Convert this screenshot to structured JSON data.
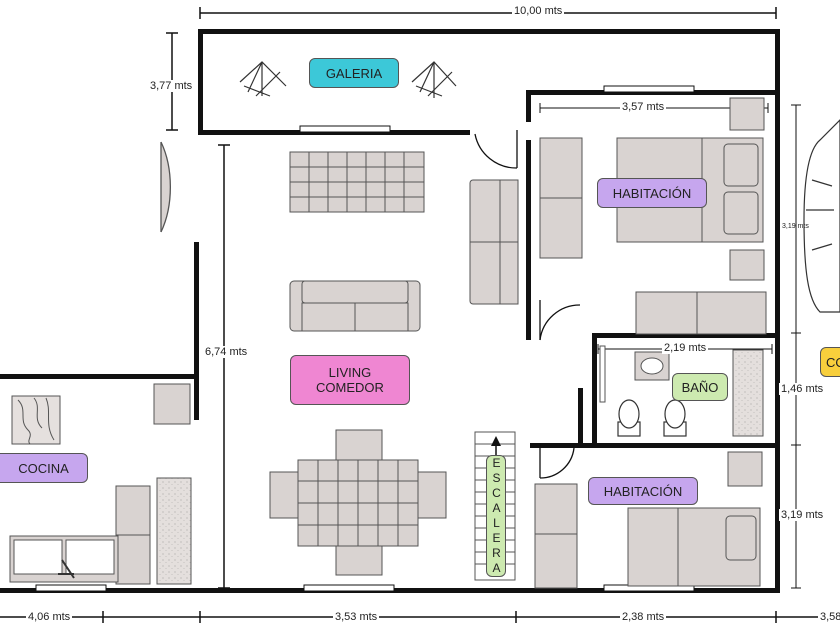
{
  "colors": {
    "wall": "#111111",
    "furniture_fill": "#d9d3d1",
    "furniture_stroke": "#555555",
    "galeria_label": "#3cc8d8",
    "habitacion_label": "#c6a6ee",
    "living_label": "#ef86d2",
    "cocina_label": "#c6a6ee",
    "bano_label": "#cdeab0",
    "escalera_label": "#cdeab0",
    "cochera_label": "#f8cf3c"
  },
  "rooms": {
    "galeria": "GALERIA",
    "habitacion_1": "HABITACIÓN",
    "living": "LIVING\nCOMEDOR",
    "cocina": "COCINA",
    "bano": "BAÑO",
    "habitacion_2": "HABITACIÓN",
    "escalera": "ESCALERA",
    "cochera": "CO"
  },
  "dimensions": {
    "total_width": "10,00 mts",
    "galeria_height": "3,77 mts",
    "habitacion_width": "3,57 mts",
    "habitacion_height": "3,19 mts",
    "living_height": "6,74 mts",
    "bano_width": "2,19 mts",
    "bano_height": "1,46 mts",
    "habitacion2_height": "3,19 mts",
    "bottom_cocina": "4,06 mts",
    "bottom_living": "3,53 mts",
    "bottom_habitacion": "2,38 mts",
    "bottom_right": "3,58"
  },
  "icons": [
    "deck-chair-icon",
    "car-icon",
    "sink-icon",
    "toilet-icon",
    "bidet-icon",
    "dining-table-icon",
    "sofa-icon",
    "bed-icon",
    "stair-arrow-icon"
  ]
}
